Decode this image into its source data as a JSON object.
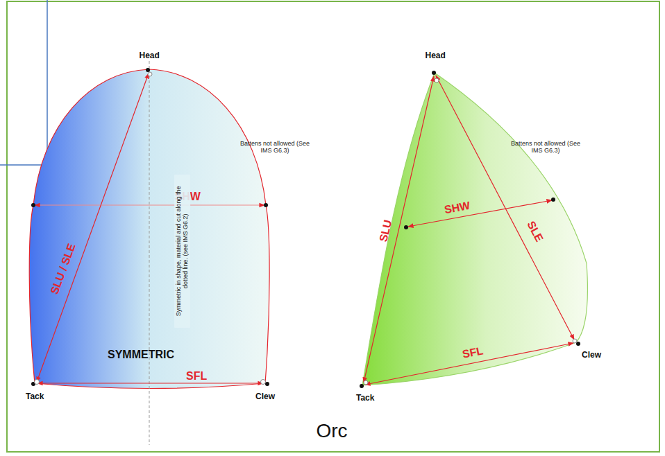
{
  "diagram": {
    "caption": "Orc",
    "labels": [
      "Head",
      "SHW",
      "SLU / SLE",
      "SYMMETRIC",
      "SFL",
      "Tack",
      "Clew",
      "Symmetric in shape, material and cut along the dotted line. (see IMS G6.2)",
      "Battens not allowed (See IMS G6.3)",
      "Head",
      "Battens not allowed (See IMS G6.3)",
      "SHW",
      "SLU",
      "SLE",
      "SFL",
      "Tack",
      "Clew"
    ]
  }
}
